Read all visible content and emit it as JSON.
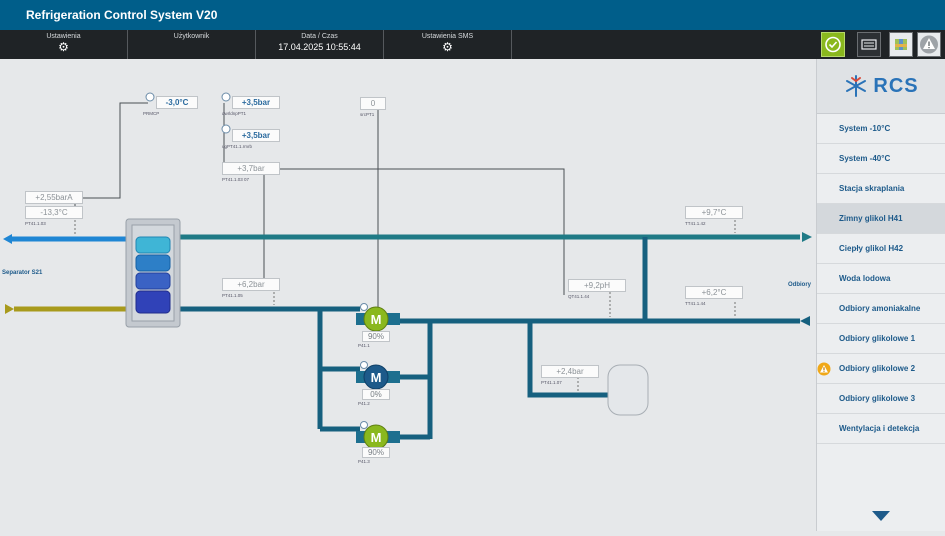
{
  "app": {
    "title": "Refrigeration Control System V20"
  },
  "toolbar": {
    "settings_label": "Ustawienia",
    "user_label": "Użytkownik",
    "datetime_label": "Data / Czas",
    "datetime_value": "17.04.2025 10:55:44",
    "sms_label": "Ustawienia SMS"
  },
  "sidebar": {
    "logo_text": "RCS",
    "items": [
      {
        "label": "System -10°C"
      },
      {
        "label": "System -40°C"
      },
      {
        "label": "Stacja skraplania"
      },
      {
        "label": "Zimny glikol H41"
      },
      {
        "label": "Ciepły glikol H42"
      },
      {
        "label": "Woda lodowa"
      },
      {
        "label": "Odbiory amoniakalne"
      },
      {
        "label": "Odbiory glikolowe 1"
      },
      {
        "label": "Odbiory glikolowe 2"
      },
      {
        "label": "Odbiory glikolowe 3"
      },
      {
        "label": "Wentylacja i detekcja"
      }
    ]
  },
  "process": {
    "separator_label": "Separator S21",
    "consumers_label": "Odbiory",
    "values": {
      "temp_top": "-3,0°C",
      "press_top1": "+3,5bar",
      "press_top2": "+3,5bar",
      "zero": "0",
      "press_37": "+3,7bar",
      "press_255": "+2,55barA",
      "temp_133": "-13,3°C",
      "press_62": "+6,2bar",
      "ph": "+9,2pH",
      "temp_97": "+9,7°C",
      "temp_62": "+6,2°C",
      "press_24": "+2,4bar"
    },
    "tags": {
      "temp_top": "PRMCP",
      "press_top1": "dwrldnpPT1",
      "press_top2": "ugPT41.1.rmrb",
      "zero": "srcPT1",
      "press_37": "PT41.1.03 07",
      "press_255": "PT41.1.03",
      "press_62": "PT41.1.05",
      "ph": "QT41.1.44",
      "temp_97": "TT41.1.42",
      "temp_62": "TT41.1.44",
      "press_24": "PT41.1.07"
    },
    "pumps": [
      {
        "name": "P41.1",
        "speed": "90%",
        "state": "running"
      },
      {
        "name": "P41.2",
        "speed": "0%",
        "state": "stopped"
      },
      {
        "name": "P41.3",
        "speed": "90%",
        "state": "running"
      }
    ],
    "colors": {
      "supply_line": "#1f7a86",
      "cold_line": "#1f86d4",
      "return_line": "#16607f",
      "feed_line": "#a89a1c"
    }
  }
}
